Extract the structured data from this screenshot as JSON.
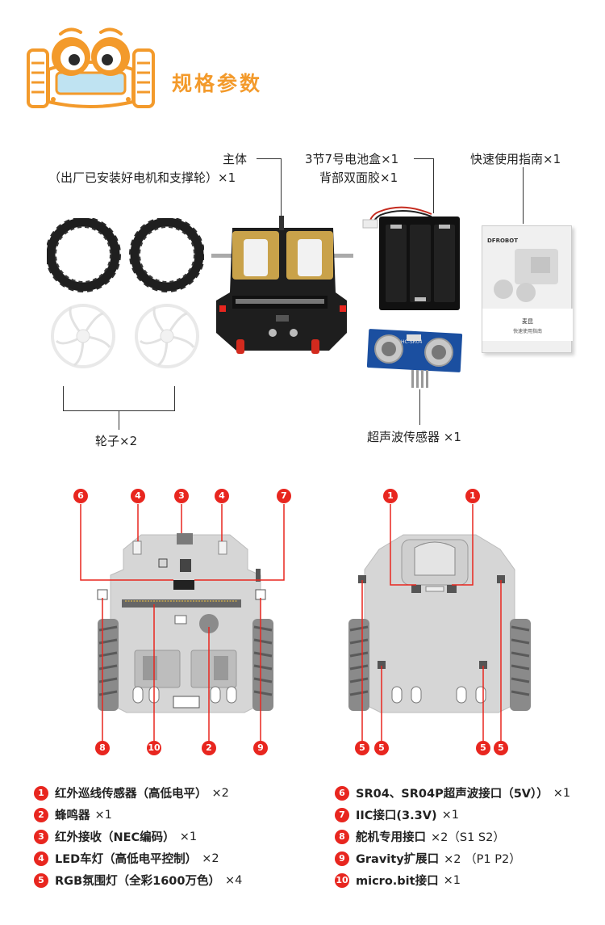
{
  "header": {
    "title": "规格参数"
  },
  "items": {
    "main_body": {
      "line1": "主体",
      "line2": "（出厂已安装好电机和支撑轮）×1"
    },
    "battery_box": {
      "line1": "3节7号电池盒×1",
      "line2": "背部双面胶×1"
    },
    "quick_guide": {
      "label": "快速使用指南×1",
      "brand": "DFROBOT",
      "cover_title": "麦昆",
      "cover_subtitle": "快速使用指南"
    },
    "wheels": {
      "label": "轮子×2"
    },
    "ultrasonic": {
      "label": "超声波传感器 ×1",
      "chip": "HC-SR04"
    }
  },
  "board": {
    "front_markers": [
      "6",
      "4",
      "3",
      "4",
      "7",
      "8",
      "10",
      "2",
      "9"
    ],
    "back_markers": [
      "1",
      "1",
      "5",
      "5",
      "5",
      "5"
    ]
  },
  "legend": [
    {
      "num": "1",
      "label": "红外巡线传感器（高低电平）",
      "count": "×2"
    },
    {
      "num": "2",
      "label": "蜂鸣器",
      "count": "×1"
    },
    {
      "num": "3",
      "label": "红外接收（NEC编码）",
      "count": "×1"
    },
    {
      "num": "4",
      "label": "LED车灯（高低电平控制）",
      "count": "×2"
    },
    {
      "num": "5",
      "label": "RGB氛围灯（全彩1600万色）",
      "count": "×4"
    },
    {
      "num": "6",
      "label": "SR04、SR04P超声波接口（5V））",
      "count": "×1"
    },
    {
      "num": "7",
      "label": "IIC接口(3.3V)",
      "count": "×1"
    },
    {
      "num": "8",
      "label": "舵机专用接口",
      "count": "×2（S1 S2）"
    },
    {
      "num": "9",
      "label": "Gravity扩展口",
      "count": "×2 （P1 P2）"
    },
    {
      "num": "10",
      "label": "micro.bit接口",
      "count": "×1"
    }
  ],
  "colors": {
    "accent": "#f39a2b",
    "marker": "#e8261f",
    "board": "#d8d8d8"
  }
}
